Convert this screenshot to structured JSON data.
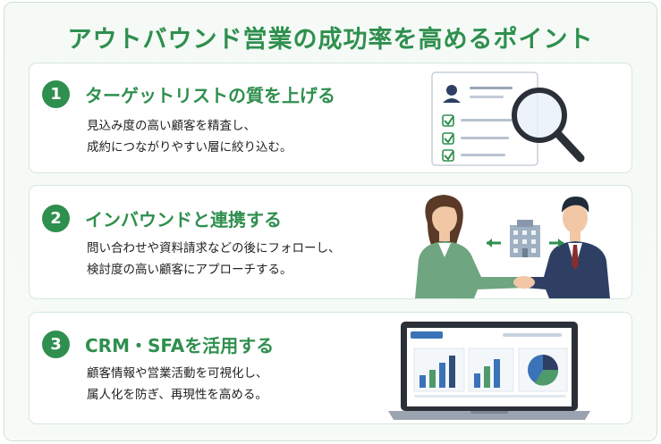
{
  "title": "アウトバウンド営業の成功率を高めるポイント",
  "cards": [
    {
      "number": "1",
      "heading": "ターゲットリストの質を上げる",
      "lines": [
        "見込み度の高い顧客を精査し、",
        "成約につながりやすい層に絞り込む。"
      ],
      "illustration": "checklist-with-magnifier-icon"
    },
    {
      "number": "2",
      "heading": "インバウンドと連携する",
      "lines": [
        "問い合わせや資料請求などの後にフォローし、",
        "検討度の高い顧客にアプローチする。"
      ],
      "illustration": "handshake-illustration"
    },
    {
      "number": "3",
      "heading": "CRM・SFAを活用する",
      "lines": [
        "顧客情報や営業活動を可視化し、",
        "属人化を防ぎ、再現性を高める。"
      ],
      "illustration": "laptop-dashboard-illustration"
    }
  ],
  "colors": {
    "accent": "#2f8f4e",
    "card_border": "#d5e8da",
    "navy": "#2e3f63",
    "blue": "#3a73b8"
  }
}
